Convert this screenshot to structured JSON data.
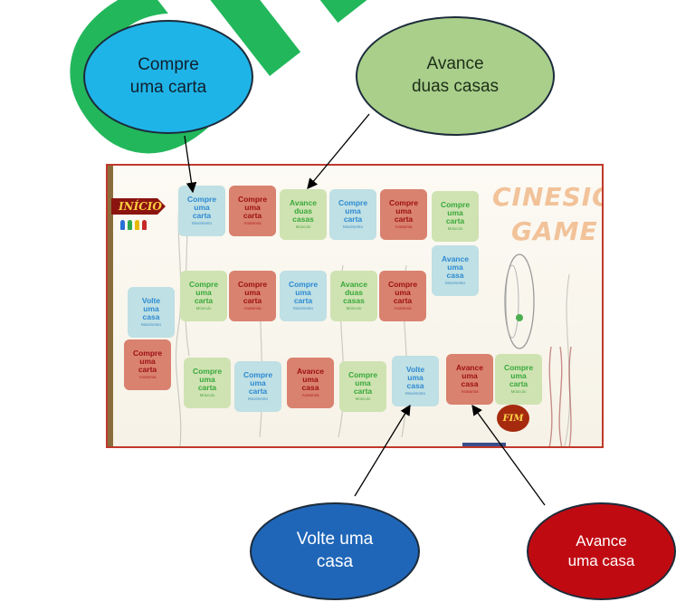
{
  "watermark": "CINES",
  "callouts": {
    "buy_card": "Compre\numa carta",
    "advance_two": "Avance\nduas casas",
    "back_one": "Volte uma\ncasa",
    "advance_one": "Avance\numa casa"
  },
  "board": {
    "start_label": "INÍCIO",
    "title_line1": "CINESIO",
    "title_line2": "GAME",
    "end_label": "FIM",
    "tiles": [
      {
        "color": "blue",
        "text": "Compre\numa\ncarta",
        "sub": "Movimento"
      },
      {
        "color": "red",
        "text": "Compre\numa\ncarta",
        "sub": "Anatomia"
      },
      {
        "color": "green",
        "text": "Avance\nduas\ncasas",
        "sub": "Músculo"
      },
      {
        "color": "blue",
        "text": "Compre\numa\ncarta",
        "sub": "Movimento"
      },
      {
        "color": "red",
        "text": "Compre\numa\ncarta",
        "sub": "Anatomia"
      },
      {
        "color": "green",
        "text": "Compre\numa\ncarta",
        "sub": "Músculo"
      },
      {
        "color": "blue",
        "text": "Avance\numa\ncasa",
        "sub": "Movimento"
      },
      {
        "color": "red",
        "text": "Compre\numa\ncarta",
        "sub": "Anatomia"
      },
      {
        "color": "green",
        "text": "Avance\nduas\ncasas",
        "sub": "Músculo"
      },
      {
        "color": "blue",
        "text": "Compre\numa\ncarta",
        "sub": "Movimento"
      },
      {
        "color": "red",
        "text": "Compre\numa\ncarta",
        "sub": "Anatomia"
      },
      {
        "color": "green",
        "text": "Compre\numa\ncarta",
        "sub": "Músculo"
      },
      {
        "color": "blue",
        "text": "Volte\numa\ncasa",
        "sub": "Movimento"
      },
      {
        "color": "red",
        "text": "Compre\numa\ncarta",
        "sub": "Anatomia"
      },
      {
        "color": "green",
        "text": "Compre\numa\ncarta",
        "sub": "Músculo"
      },
      {
        "color": "blue",
        "text": "Compre\numa\ncarta",
        "sub": "Movimento"
      },
      {
        "color": "red",
        "text": "Avance\numa\ncasa",
        "sub": "Anatomia"
      },
      {
        "color": "green",
        "text": "Compre\numa\ncarta",
        "sub": "Músculo"
      },
      {
        "color": "blue",
        "text": "Volte\numa\ncasa",
        "sub": "Movimento"
      },
      {
        "color": "red",
        "text": "Avance\numa\ncasa",
        "sub": "Anatomia"
      },
      {
        "color": "green",
        "text": "Compre\numa\ncarta",
        "sub": "Músculo"
      }
    ]
  },
  "colors": {
    "watermark": "#0bb04a",
    "callout_blue": "#1fb4e8",
    "callout_green": "#a9cf8b",
    "callout_darkblue": "#1f66b8",
    "callout_red": "#c00a12",
    "board_border": "#c0392b"
  }
}
